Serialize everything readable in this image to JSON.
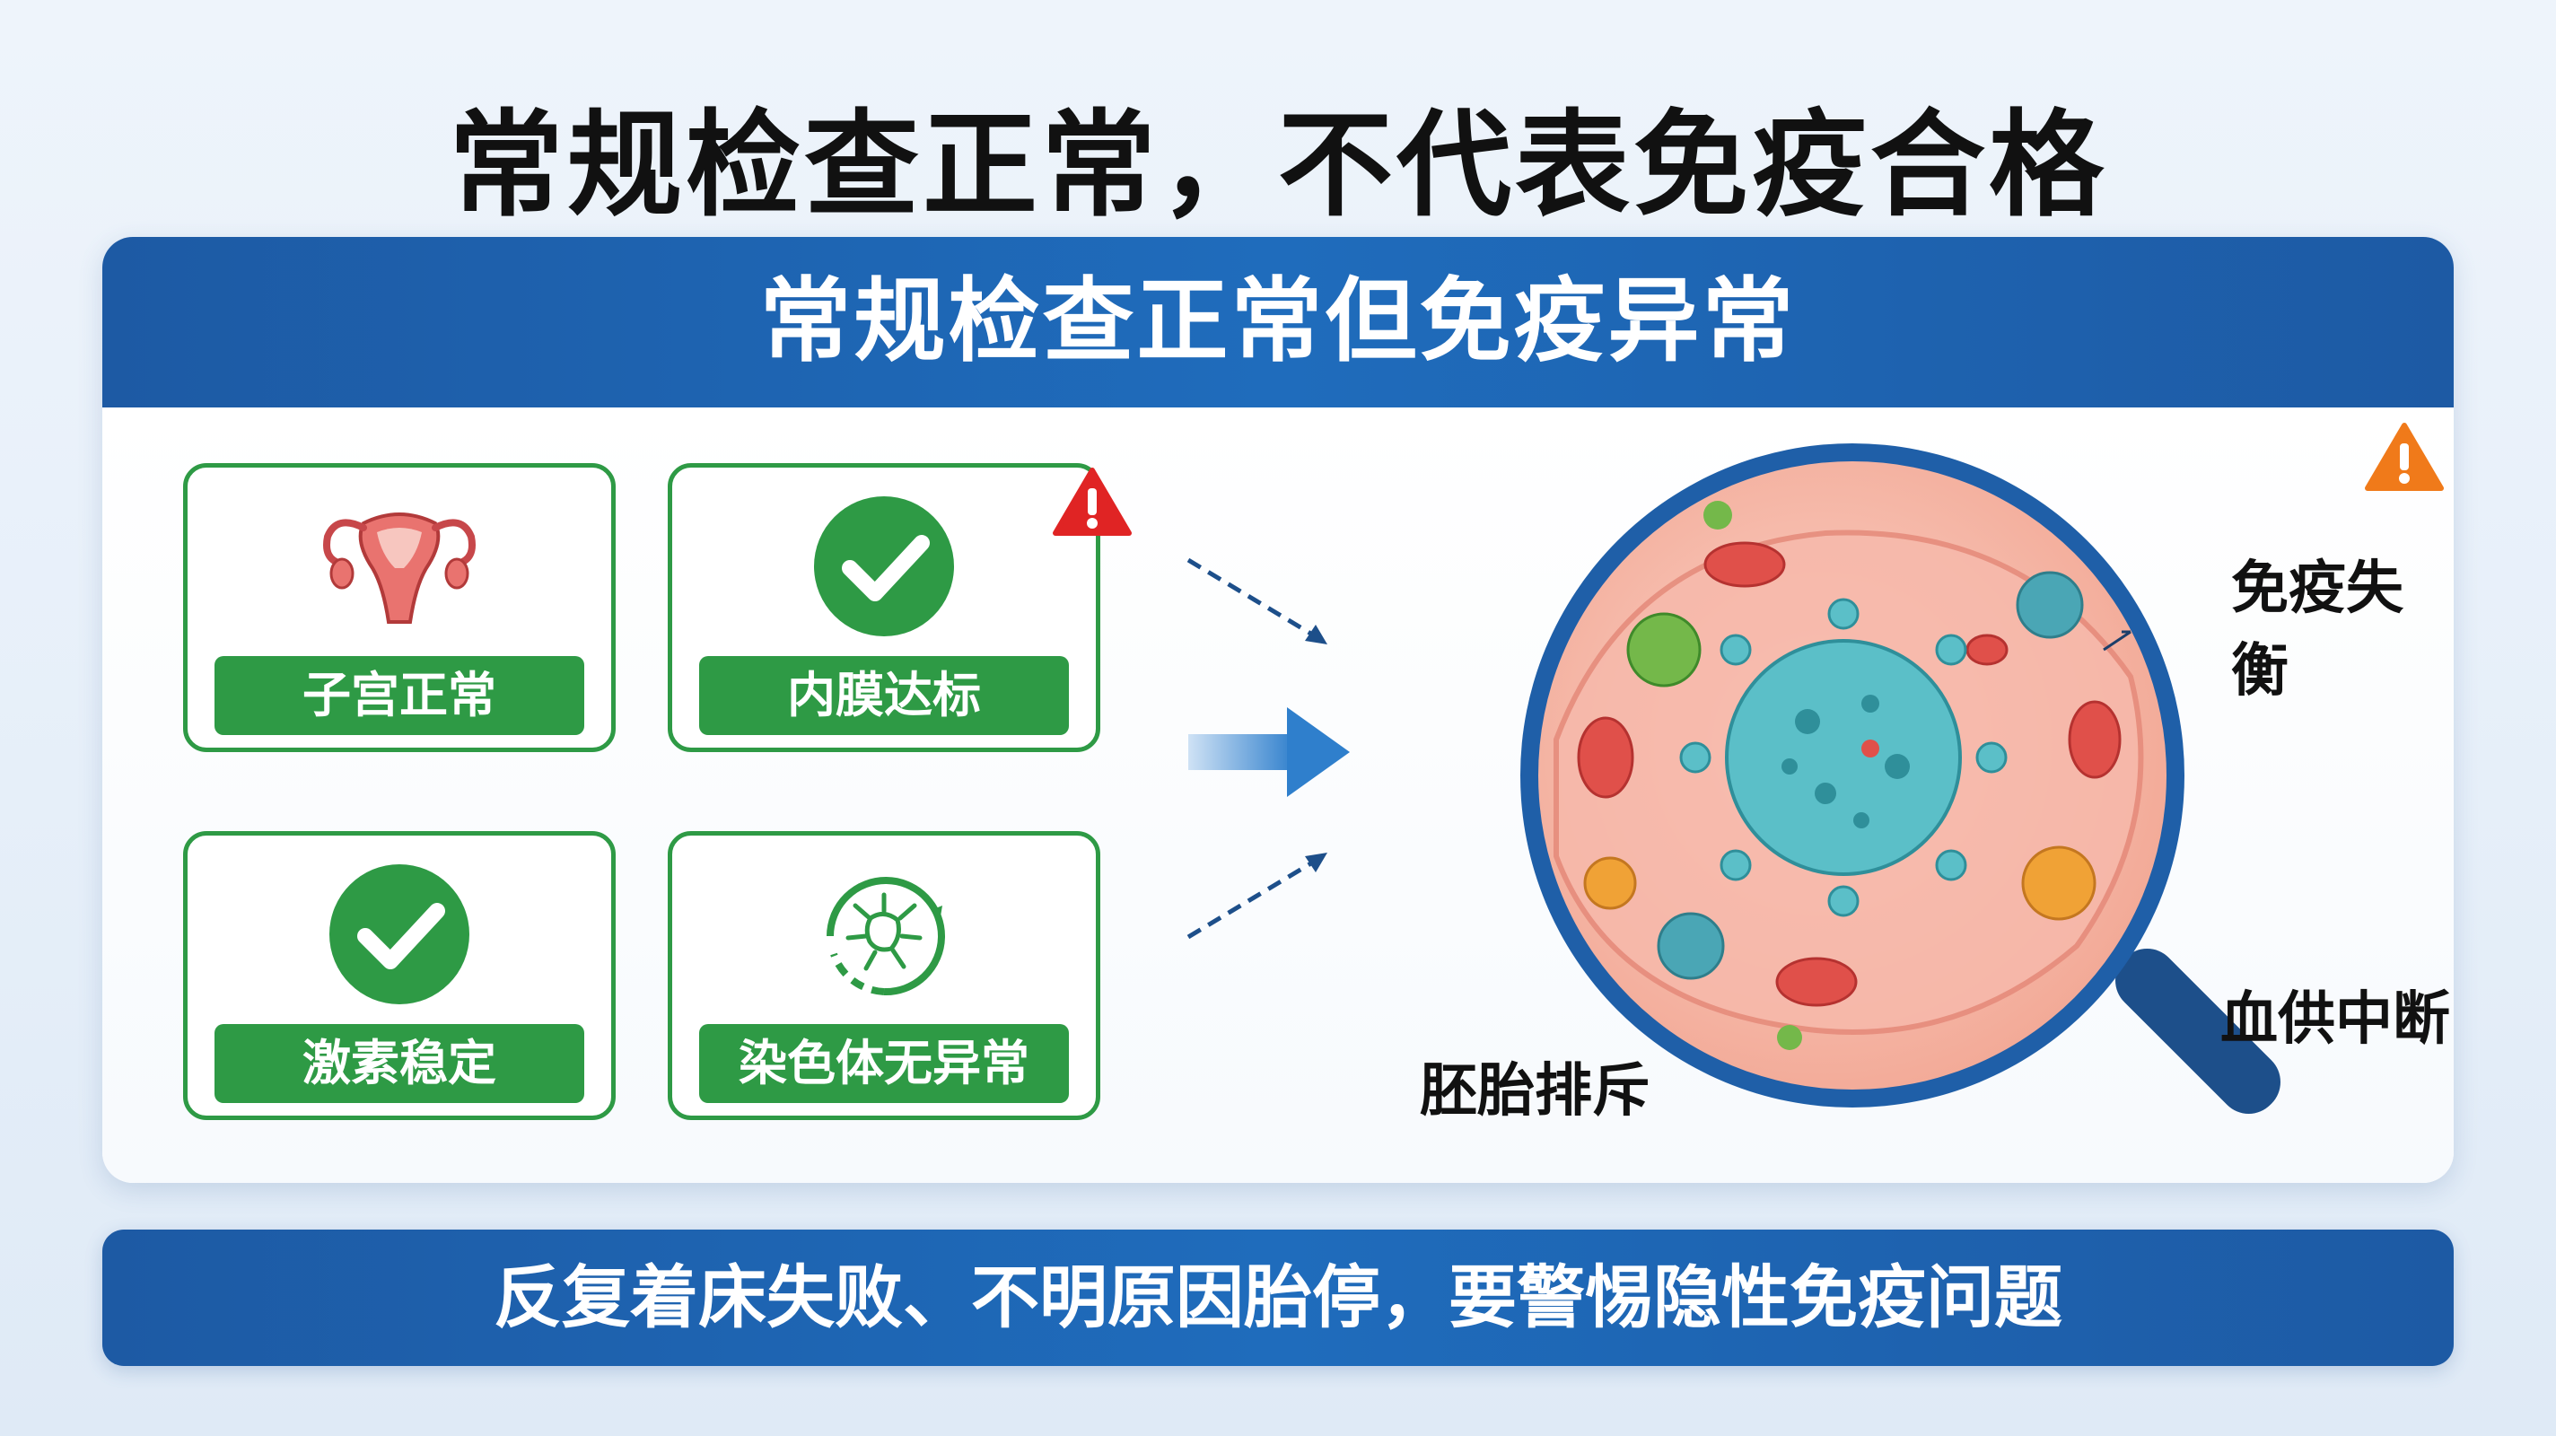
{
  "title": "常规检查正常，不代表免疫合格",
  "panel": {
    "header": "常规检查正常但免疫异常",
    "cards": [
      {
        "label": "子宫正常",
        "icon": "uterus-icon"
      },
      {
        "label": "内膜达标",
        "icon": "check-circle-icon"
      },
      {
        "label": "激素稳定",
        "icon": "check-circle-icon"
      },
      {
        "label": "染色体无异常",
        "icon": "chromosome-cell-icon"
      }
    ],
    "callouts": {
      "immune_imbalance": "免疫失衡",
      "blood_supply": "血供中断",
      "embryo_rejection": "胚胎排斥"
    }
  },
  "footer": "反复着床失败、不明原因胎停，要警惕隐性免疫问题",
  "colors": {
    "primary_blue": "#1f6cbc",
    "green": "#2e9a45",
    "warning_red": "#e02424",
    "warning_orange": "#f07a1a",
    "cell_pink": "#f6b8aa"
  }
}
